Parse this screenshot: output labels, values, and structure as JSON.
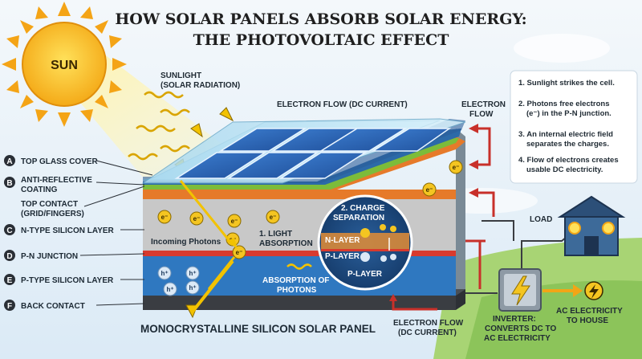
{
  "title_line1": "HOW SOLAR PANELS ABSORB SOLAR ENERGY:",
  "title_line2": "THE PHOTOVOLTAIC EFFECT",
  "sun_label": "SUN",
  "sunlight_line1": "SUNLIGHT",
  "sunlight_line2": "(SOLAR RADIATION)",
  "electron_flow_top": "ELECTRON FLOW (DC CURRENT)",
  "electron_flow_right_line1": "ELECTRON",
  "electron_flow_right_line2": "FLOW",
  "layers": [
    {
      "letter": "A",
      "line1": "TOP GLASS COVER",
      "line2": ""
    },
    {
      "letter": "B",
      "line1": "ANTI-REFLECTIVE",
      "line2": "COATING"
    },
    {
      "letter": "",
      "line1": "TOP CONTACT",
      "line2": "(GRID/FINGERS)"
    },
    {
      "letter": "C",
      "line1": "N-TYPE SILICON LAYER",
      "line2": ""
    },
    {
      "letter": "D",
      "line1": "P-N JUNCTION",
      "line2": ""
    },
    {
      "letter": "E",
      "line1": "P-TYPE SILICON LAYER",
      "line2": ""
    },
    {
      "letter": "F",
      "line1": "BACK CONTACT",
      "line2": ""
    }
  ],
  "incoming_photons": "Incoming Photons",
  "light_absorption_line1": "1. LIGHT",
  "light_absorption_line2": "ABSORPTION",
  "charge_sep_line1": "2. CHARGE",
  "charge_sep_line2": "SEPARATION",
  "n_layer": "N-LAYER",
  "p_layer": "P-LAYER",
  "p_layer_bottom": "P-LAYER",
  "absorption_line1": "ABSORPTION OF",
  "absorption_line2": "PHOTONS",
  "electron_symbol": "e⁻",
  "hole_symbol": "h⁺",
  "panel_caption": "MONOCRYSTALLINE SILICON SOLAR PANEL",
  "electron_flow_bottom_line1": "ELECTRON FLOW",
  "electron_flow_bottom_line2": "(DC CURRENT)",
  "inverter_line1": "INVERTER:",
  "inverter_line2": "CONVERTS DC TO",
  "inverter_line3": "AC ELECTRICITY",
  "load_label": "LOAD",
  "ac_line1": "AC ELECTRICITY",
  "ac_line2": "TO HOUSE",
  "steps": [
    {
      "line1": "1. Sunlight strikes the cell.",
      "line2": ""
    },
    {
      "line1": "2. Photons free electrons",
      "line2": "(e⁻) in the P-N junction."
    },
    {
      "line1": "3. An internal electric field",
      "line2": "separates the charges."
    },
    {
      "line1": "4. Flow of electrons creates",
      "line2": "usable DC electricity."
    }
  ],
  "colors": {
    "sun": "#f7c21b",
    "glass": "#bfe3f2",
    "n_layer": "#c9c9c9",
    "junction": "#d83a2e",
    "p_layer": "#2f78c0",
    "arrow": "#c8302a",
    "grass": "#9fce6a"
  },
  "icons": [
    "sun-icon",
    "photon-wave-icon",
    "lightning-icon",
    "house-icon",
    "bulb-icon"
  ]
}
